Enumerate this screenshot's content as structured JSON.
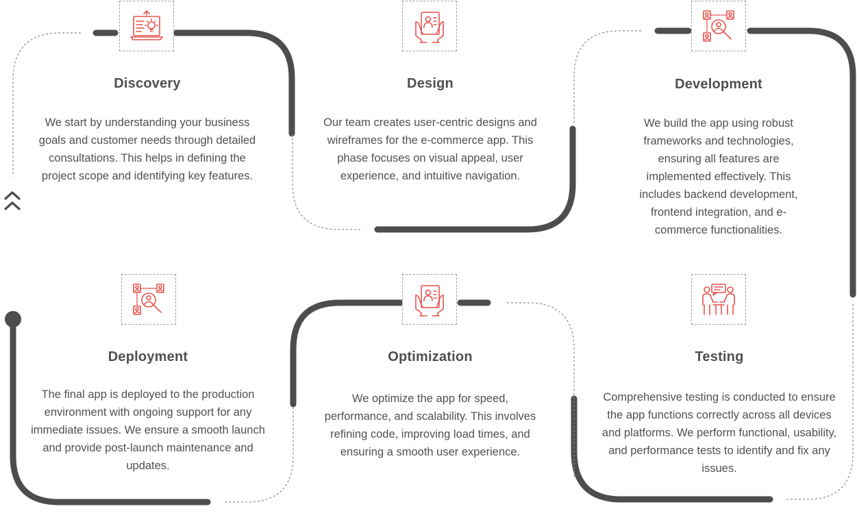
{
  "colors": {
    "track": "#4d4d4d",
    "dashed": "#8a8a8a",
    "icon": "#e5524c",
    "text": "#505050"
  },
  "steps": [
    {
      "title": "Discovery",
      "icon": "laptop-lightbulb-icon",
      "description": "We start by understanding your business goals and customer needs through detailed consultations. This helps in defining the project scope and identifying key features."
    },
    {
      "title": "Design",
      "icon": "designer-document-icon",
      "description": "Our team creates user-centric designs and wireframes for the e-commerce app. This phase focuses on visual appeal, user experience, and intuitive navigation."
    },
    {
      "title": "Development",
      "icon": "network-search-icon",
      "description": "We build the app using robust frameworks and technologies, ensuring all features are implemented effectively. This includes backend development, frontend integration, and e-commerce functionalities."
    },
    {
      "title": "Testing",
      "icon": "team-discussion-icon",
      "description": "Comprehensive testing is conducted to ensure the app functions correctly across all devices and platforms. We perform functional, usability, and performance tests to identify and fix any issues."
    },
    {
      "title": "Optimization",
      "icon": "designer-document-icon",
      "description": "We optimize the app for speed, performance, and scalability. This involves refining code, improving load times, and ensuring a smooth user experience."
    },
    {
      "title": "Deployment",
      "icon": "network-search-icon",
      "description": "The final app is deployed to the production environment with ongoing support for any immediate issues. We ensure a smooth launch and provide post-launch maintenance and updates."
    }
  ]
}
